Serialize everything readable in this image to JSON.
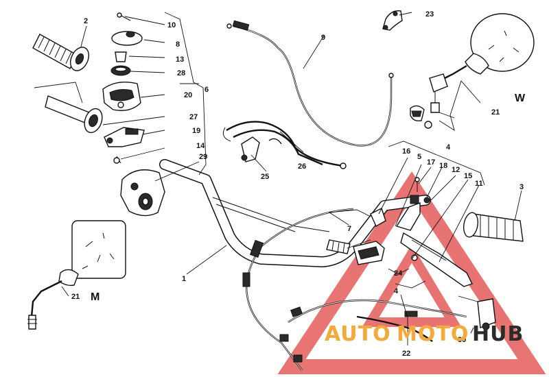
{
  "diagram": {
    "callouts": [
      "1",
      "2",
      "3",
      "4",
      "5",
      "6",
      "7",
      "8",
      "9",
      "10",
      "11",
      "12",
      "13",
      "14",
      "15",
      "16",
      "17",
      "18",
      "19",
      "20",
      "21",
      "22",
      "23",
      "24",
      "25",
      "26",
      "27",
      "28",
      "29",
      "30"
    ],
    "second_4": "4",
    "second_21": "21",
    "variants": {
      "w": "W",
      "m": "M"
    },
    "colors": {
      "ink": "#111111",
      "watermark_red": "#e04545",
      "watermark_orange": "#f4a93a",
      "watermark_dark": "#2b2b2b"
    }
  },
  "watermark": {
    "part1": "AUTO",
    "part2": "MOTO",
    "part3": "HUB"
  }
}
